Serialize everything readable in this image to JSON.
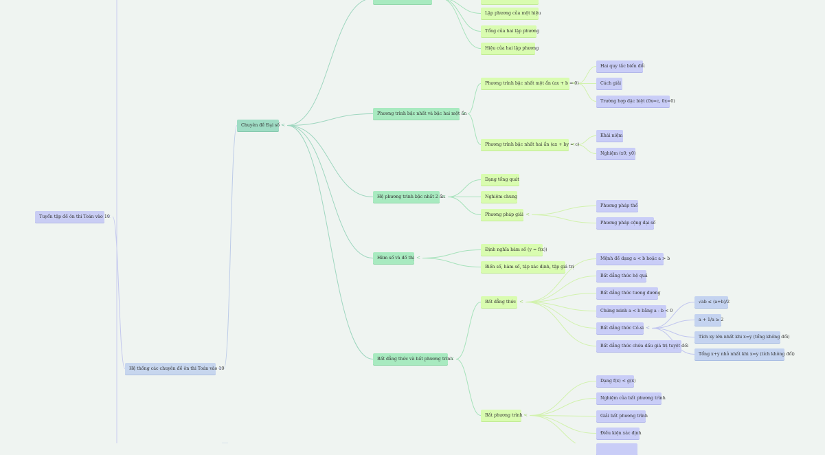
{
  "mindmap": {
    "nodes": [
      {
        "id": "root",
        "label": "Tuyển tập đề ôn thi Toán vào 10",
        "level": 0,
        "parent": null
      },
      {
        "id": "he_thong",
        "label": "Hệ thống các chuyên đề ôn thi Toán vào 10",
        "level": 1,
        "parent": "root"
      },
      {
        "id": "dai_so",
        "label": "Chuyên đề Đại số",
        "level": 2,
        "parent": "he_thong"
      },
      {
        "id": "hang_dang_thuc",
        "label": "",
        "level": 3,
        "parent": "dai_so"
      },
      {
        "id": "lp_hieu",
        "label": "",
        "level": 4,
        "parent": "hang_dang_thuc"
      },
      {
        "id": "lp_mot_hieu",
        "label": "Lập phương của một hiệu",
        "level": 4,
        "parent": "hang_dang_thuc"
      },
      {
        "id": "tong_lp",
        "label": "Tổng của hai lập phương",
        "level": 4,
        "parent": "hang_dang_thuc"
      },
      {
        "id": "hieu_lp",
        "label": "Hiệu của hai lập phương",
        "level": 4,
        "parent": "hang_dang_thuc"
      },
      {
        "id": "pt_bac_nhat",
        "label": "Phương trình bậc nhất và bậc hai một ẩn",
        "level": 3,
        "parent": "dai_so"
      },
      {
        "id": "pt_mot_an",
        "label": "Phương trình bậc nhất một ẩn (ax + b = 0)",
        "level": 4,
        "parent": "pt_bac_nhat"
      },
      {
        "id": "hai_quy_tac",
        "label": "Hai quy tắc biến đổi",
        "level": 5,
        "parent": "pt_mot_an"
      },
      {
        "id": "cach_giai",
        "label": "Cách giải",
        "level": 5,
        "parent": "pt_mot_an"
      },
      {
        "id": "truong_hop",
        "label": "Trường hợp đặc biệt (0x=c, 0x=0)",
        "level": 5,
        "parent": "pt_mot_an"
      },
      {
        "id": "pt_hai_an",
        "label": "Phương trình bậc nhất hai ẩn (ax + by = c)",
        "level": 4,
        "parent": "pt_bac_nhat"
      },
      {
        "id": "khai_niem",
        "label": "Khái niệm",
        "level": 5,
        "parent": "pt_hai_an"
      },
      {
        "id": "nghiem_x0y0",
        "label": "Nghiệm (x0; y0)",
        "level": 5,
        "parent": "pt_hai_an"
      },
      {
        "id": "he_pt",
        "label": "Hệ phương trình bậc nhất 2 ẩn",
        "level": 3,
        "parent": "dai_so"
      },
      {
        "id": "dang_tong_quat",
        "label": "Dạng tổng quát",
        "level": 4,
        "parent": "he_pt"
      },
      {
        "id": "nghiem_chung",
        "label": "Nghiệm chung",
        "level": 4,
        "parent": "he_pt"
      },
      {
        "id": "pp_giai",
        "label": "Phương pháp giải",
        "level": 4,
        "parent": "he_pt"
      },
      {
        "id": "pp_the",
        "label": "Phương pháp thế",
        "level": 5,
        "parent": "pp_giai"
      },
      {
        "id": "pp_cong",
        "label": "Phương pháp cộng đại số",
        "level": 5,
        "parent": "pp_giai"
      },
      {
        "id": "ham_so",
        "label": "Hàm số và đồ thị",
        "level": 3,
        "parent": "dai_so"
      },
      {
        "id": "dinh_nghia",
        "label": "Định nghĩa hàm số (y = f(x))",
        "level": 4,
        "parent": "ham_so"
      },
      {
        "id": "bien_so",
        "label": "Biến số, hàm số, tập xác định, tập giá trị",
        "level": 4,
        "parent": "ham_so"
      },
      {
        "id": "bdt_bpt",
        "label": "Bất đẳng thức và bất phương trình",
        "level": 3,
        "parent": "dai_so"
      },
      {
        "id": "bdt",
        "label": "Bất đẳng thức",
        "level": 4,
        "parent": "bdt_bpt"
      },
      {
        "id": "menh_de",
        "label": "Mệnh đề dạng a < b hoặc a > b",
        "level": 5,
        "parent": "bdt"
      },
      {
        "id": "bdt_he_qua",
        "label": "Bất đẳng thức hệ quả",
        "level": 5,
        "parent": "bdt"
      },
      {
        "id": "bdt_tuong_duong",
        "label": "Bất đẳng thức tương đương",
        "level": 5,
        "parent": "bdt"
      },
      {
        "id": "chung_minh",
        "label": "Chứng minh a < b bằng a - b < 0",
        "level": 5,
        "parent": "bdt"
      },
      {
        "id": "cosi",
        "label": "Bất đẳng thức Cô-si",
        "level": 5,
        "parent": "bdt"
      },
      {
        "id": "cosi_1",
        "label": "√ab ≤ (a+b)/2",
        "level": 6,
        "parent": "cosi"
      },
      {
        "id": "cosi_2",
        "label": "a + 1/a ≥ 2",
        "level": 6,
        "parent": "cosi"
      },
      {
        "id": "cosi_3",
        "label": "Tích xy lớn nhất khi x=y (tổng không đổi)",
        "level": 6,
        "parent": "cosi"
      },
      {
        "id": "cosi_4",
        "label": "Tổng x+y nhỏ nhất khi x=y (tích không đổi)",
        "level": 6,
        "parent": "cosi"
      },
      {
        "id": "bdt_tri_tuyet_doi",
        "label": "Bất đẳng thức chứa dấu giá trị tuyệt đối",
        "level": 5,
        "parent": "bdt"
      },
      {
        "id": "bpt",
        "label": "Bất phương trình",
        "level": 4,
        "parent": "bdt_bpt"
      },
      {
        "id": "dang_fx",
        "label": "Dạng f(x) < g(x)",
        "level": 5,
        "parent": "bpt"
      },
      {
        "id": "nghiem_bpt",
        "label": "Nghiệm của bất phương trình",
        "level": 5,
        "parent": "bpt"
      },
      {
        "id": "giai_bpt",
        "label": "Giải bất phương trình",
        "level": 5,
        "parent": "bpt"
      },
      {
        "id": "dieu_kien",
        "label": "Điều kiện xác định",
        "level": 5,
        "parent": "bpt"
      },
      {
        "id": "bpt_more",
        "label": "",
        "level": 5,
        "parent": "bpt"
      }
    ]
  }
}
